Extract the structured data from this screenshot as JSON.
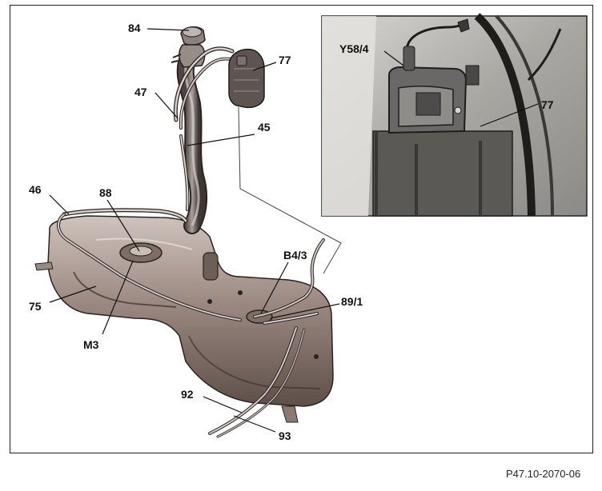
{
  "diagram": {
    "labels": {
      "l84": "84",
      "l77_main": "77",
      "l47": "47",
      "l45": "45",
      "l46": "46",
      "l88": "88",
      "lB43": "B4/3",
      "l891": "89/1",
      "l75": "75",
      "lM3": "M3",
      "l92": "92",
      "l93": "93",
      "lY584": "Y58/4",
      "l77_inset": "77"
    },
    "figure_code": "P47.10-2070-06"
  },
  "colors": {
    "line": "#111111",
    "tank_dark": "#6a5a52",
    "tank_mid": "#9a8880",
    "tank_light": "#c8bcb6",
    "inset_bg": "#b9b7b2"
  }
}
